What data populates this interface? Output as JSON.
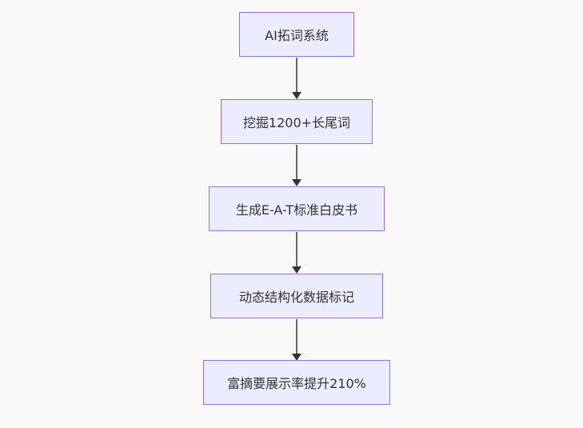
{
  "diagram": {
    "type": "flowchart",
    "direction": "top-down",
    "nodes": [
      {
        "id": "A",
        "label": "AI拓词系统"
      },
      {
        "id": "B",
        "label": "挖掘1200+长尾词"
      },
      {
        "id": "C",
        "label": "生成E-A-T标准白皮书"
      },
      {
        "id": "D",
        "label": "动态结构化数据标记"
      },
      {
        "id": "E",
        "label": "富摘要展示率提升210%"
      }
    ],
    "edges": [
      {
        "from": "A",
        "to": "B"
      },
      {
        "from": "B",
        "to": "C"
      },
      {
        "from": "C",
        "to": "D"
      },
      {
        "from": "D",
        "to": "E"
      }
    ]
  },
  "colors": {
    "background": "#f9f9f9",
    "node_fill": "#ececff",
    "node_border": "#9370db",
    "node_text": "#333333",
    "edge_line": "#666666",
    "edge_arrowhead": "#333333"
  }
}
